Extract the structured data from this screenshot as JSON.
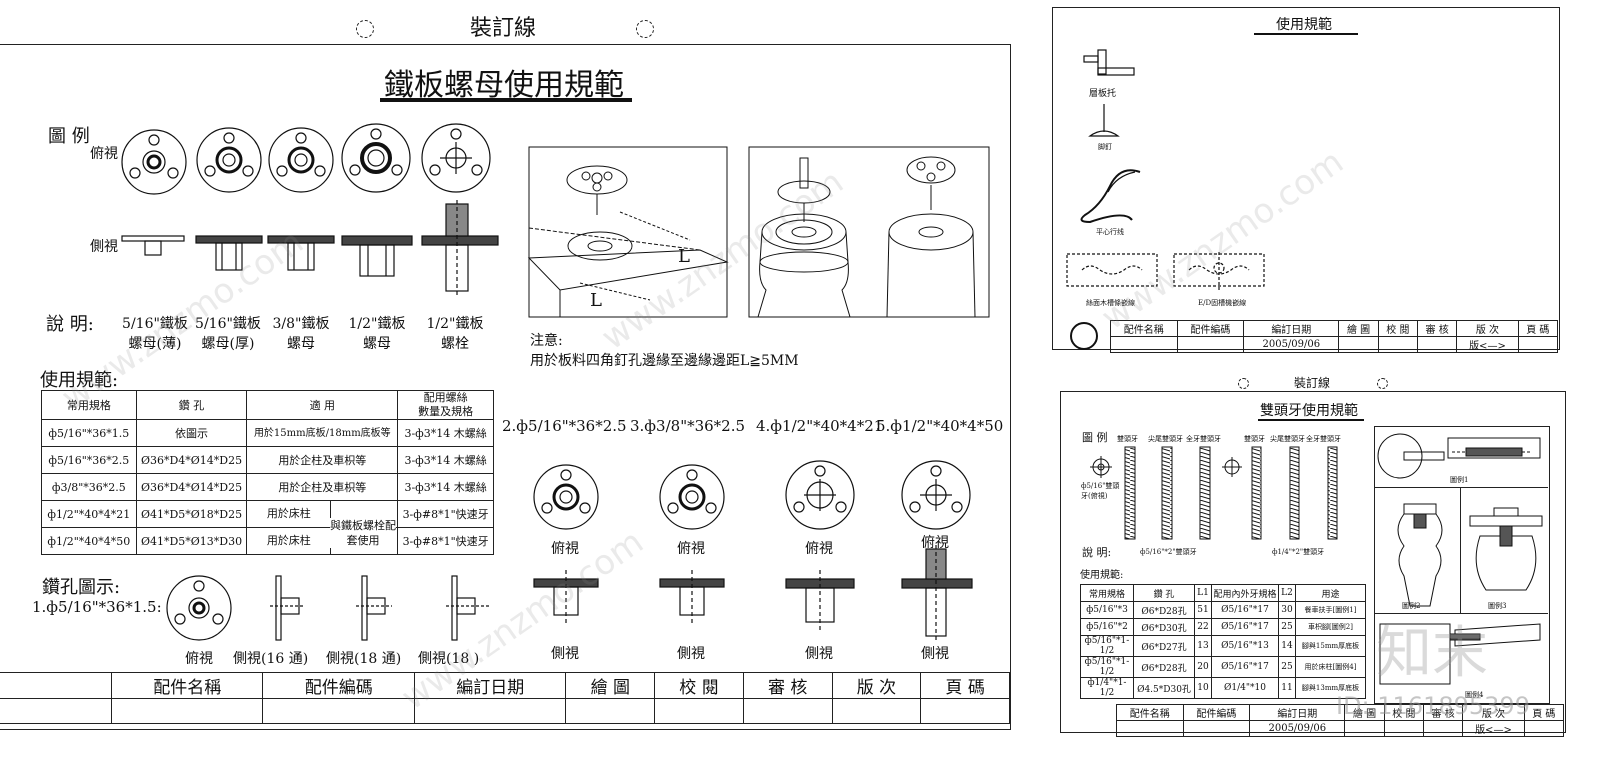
{
  "left_sheet": {
    "binding_line": "裝訂線",
    "title": "鐵板螺母使用規範",
    "legend_label": "圖 例",
    "top_view_label": "俯視",
    "side_view_label": "側視",
    "description_label": "說 明:",
    "parts": [
      {
        "line1": "5/16\"鐵板",
        "line2": "螺母(薄)"
      },
      {
        "line1": "5/16\"鐵板",
        "line2": "螺母(厚)"
      },
      {
        "line1": "3/8\"鐵板",
        "line2": "螺母"
      },
      {
        "line1": "1/2\"鐵板",
        "line2": "螺母"
      },
      {
        "line1": "1/2\"鐵板",
        "line2": "螺栓"
      }
    ],
    "note_label": "注意:",
    "note_text": "用於板料四角釘孔邊緣至邊緣邊距L≧5MM",
    "usage_label": "使用規範:",
    "spec_table": {
      "headers": [
        "常用規格",
        "鑽 孔",
        "適 用",
        "配用螺絲\n數量及規格"
      ],
      "rows": [
        [
          "ф5/16\"*36*1.5",
          "依圖示",
          "用於15mm底板/18mm底板等",
          "3-ф3*14 木螺絲"
        ],
        [
          "ф5/16\"*36*2.5",
          "Ø36*D4*Ø14*D25",
          "用於企柱及車枳等",
          "3-ф3*14 木螺絲"
        ],
        [
          "ф3/8\"*36*2.5",
          "Ø36*D4*Ø14*D25",
          "用於企柱及車枳等",
          "3-ф3*14 木螺絲"
        ],
        [
          "ф1/2\"*40*4*21",
          "Ø41*D5*Ø18*D25",
          "用於床柱",
          "3-ф#8*1\"快速牙"
        ],
        [
          "ф1/2\"*40*4*50",
          "Ø41*D5*Ø13*D30",
          "用於床柱",
          "3-ф#8*1\"快速牙"
        ]
      ],
      "merged_note": "與鐵板螺栓配套使用"
    },
    "drill_label": "鑽孔圖示:",
    "drill_item": "1.ф5/16\"*36*1.5:",
    "drill_views": [
      "俯視",
      "側視(16 通)",
      "側視(18 通)",
      "側視(18 )"
    ],
    "spec_items": [
      "2.ф5/16\"*36*2.5",
      "3.ф3/8\"*36*2.5",
      "4.ф1/2\"*40*4*21",
      "5.ф1/2\"*40*4*50"
    ],
    "view_top": "俯視",
    "view_side": "側視",
    "dim_label": "L",
    "title_block": [
      "配件名稱",
      "配件編碼",
      "編訂日期",
      "繪 圖",
      "校 閱",
      "審 核",
      "版 次",
      "頁 碼"
    ]
  },
  "right_top_sheet": {
    "title": "使用規範",
    "label1": "層板托",
    "label2": "脚釘",
    "label3": "平心行线",
    "label4": "絲面木槽條嵌線",
    "label5": "E/D固槽機嵌線",
    "title_block": [
      "配件名稱",
      "配件編碼",
      "編訂日期",
      "繪 圖",
      "校 閱",
      "審 核",
      "版 次",
      "頁 碼"
    ],
    "date": "2005/09/06",
    "version": "版<—>"
  },
  "right_bottom_sheet": {
    "binding_line": "裝訂線",
    "title": "雙頭牙使用規範",
    "legend_label": "圖 例",
    "screw_labels": [
      "雙頭牙",
      "尖尾雙頭牙",
      "全牙雙頭牙",
      "雙頭牙",
      "尖尾雙頭牙",
      "全牙雙頭牙"
    ],
    "top_view_note": "ф5/16\"雙頭牙(俯視)",
    "desc_label": "說 明:",
    "desc_a": "ф5/16\"*2\"雙頭牙",
    "desc_b": "ф1/4\"*2\"雙頭牙",
    "usage_label": "使用規範:",
    "table": {
      "headers": [
        "常用規格",
        "鑽 孔",
        "L1",
        "配用內外牙規格",
        "L2",
        "用途"
      ],
      "rows": [
        [
          "ф5/16\"*3",
          "Ø6*D28孔",
          "51",
          "Ø5/16\"*17",
          "30",
          "餐車扶手[圖例1]"
        ],
        [
          "ф5/16\"*2",
          "Ø6*D30孔",
          "22",
          "Ø5/16\"*17",
          "25",
          "車枳腳[圖例2]"
        ],
        [
          "ф5/16\"*1-1/2",
          "Ø6*D27孔",
          "13",
          "Ø5/16\"*13",
          "14",
          "腳與15mm厚底板"
        ],
        [
          "ф5/16\"*1-1/2",
          "Ø6*D28孔",
          "20",
          "Ø5/16\"*17",
          "25",
          "用於床柱[圖例4]"
        ],
        [
          "ф1/4\"*1-1/2",
          "Ø4.5*D30孔",
          "10",
          "Ø1/4\"*10",
          "11",
          "腳與13mm厚底板"
        ]
      ]
    },
    "fig_labels": [
      "圖例1",
      "圖例2",
      "圖例3",
      "圖例4"
    ],
    "title_block": [
      "配件名稱",
      "配件編碼",
      "編訂日期",
      "繪 圖",
      "校 閱",
      "審 核",
      "版 次",
      "頁 碼"
    ],
    "date": "2005/09/06",
    "version": "版<—>"
  },
  "watermark": {
    "site": "www.znzmo.com",
    "brand": "知末",
    "id": "ID: 1161895399"
  }
}
